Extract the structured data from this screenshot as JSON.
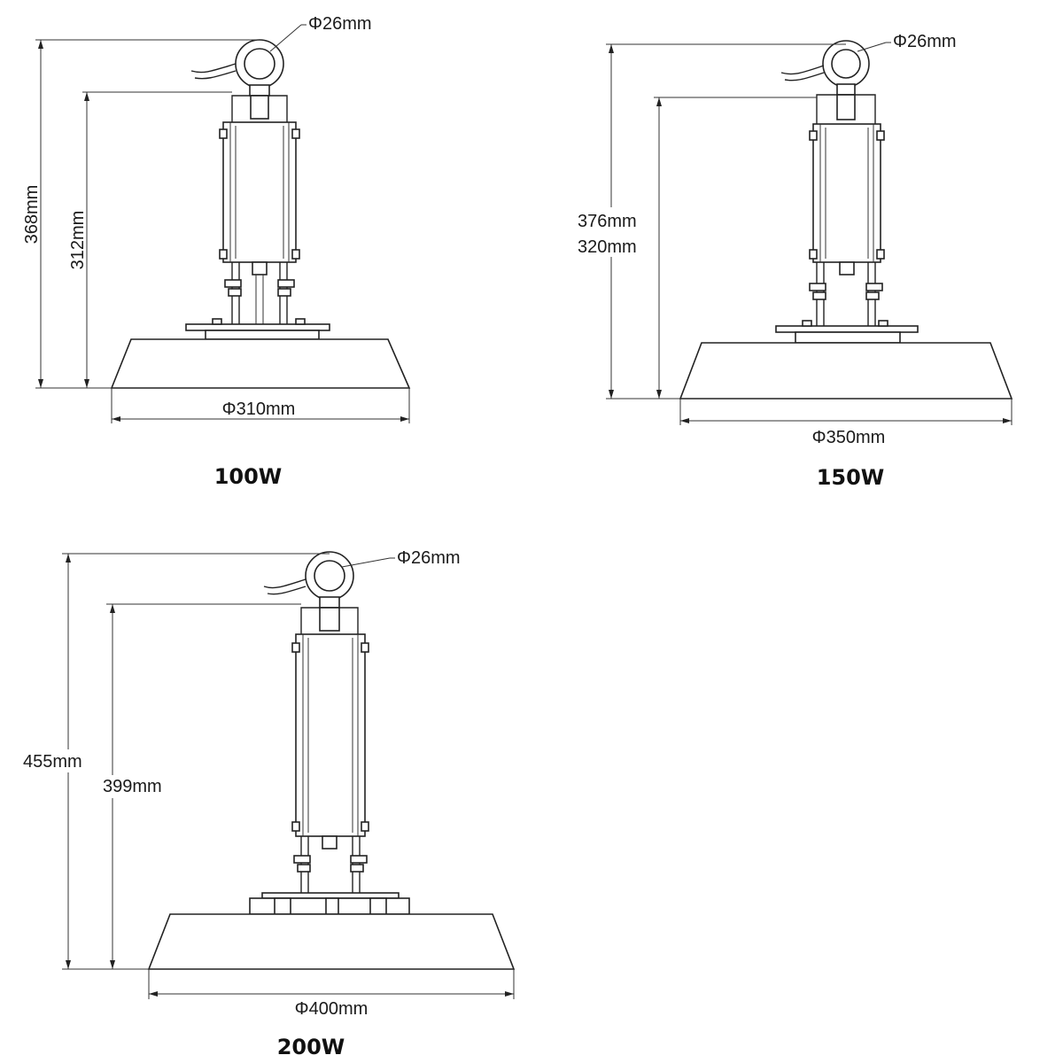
{
  "colors": {
    "line": "#222222",
    "text": "#1a1a1a",
    "background": "#ffffff"
  },
  "drawings": [
    {
      "label": "100W",
      "hook_dia": "Φ26mm",
      "total_height": "368mm",
      "body_height": "312mm",
      "shade_dia": "Φ310mm"
    },
    {
      "label": "150W",
      "hook_dia": "Φ26mm",
      "total_height": "376mm",
      "body_height": "320mm",
      "shade_dia": "Φ350mm"
    },
    {
      "label": "200W",
      "hook_dia": "Φ26mm",
      "total_height": "455mm",
      "body_height": "399mm",
      "shade_dia": "Φ400mm"
    }
  ]
}
